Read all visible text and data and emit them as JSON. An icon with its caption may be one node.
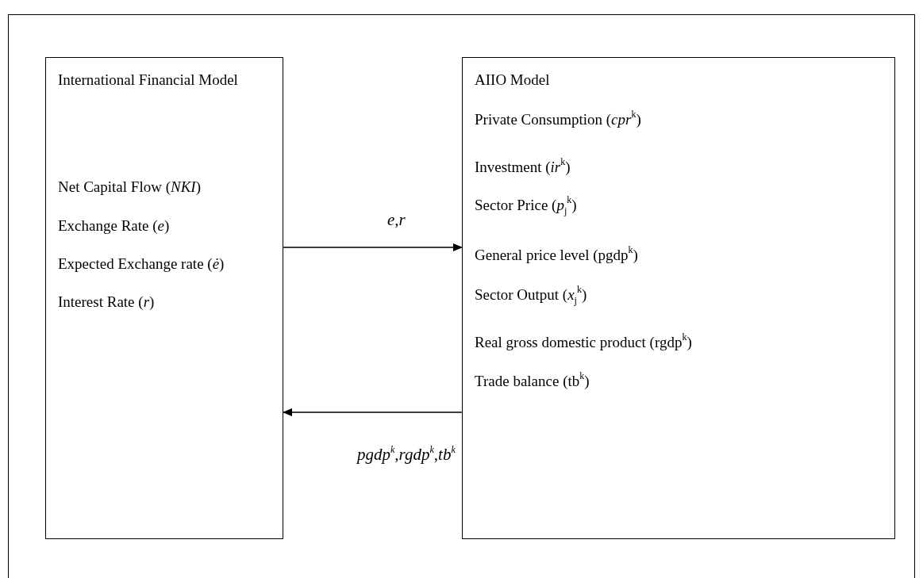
{
  "diagram": {
    "nodes": [
      {
        "text": [
          "International Financial Model",
          "Net Capital Flow (*NKI*)",
          "Exchange Rate (*e*)",
          "Expected Exchange rate (*ė*)",
          "Interest Rate (*r*)"
        ]
      },
      {
        "text": [
          "AIIO Model",
          "Private Consumption (*cpr*$^{k}$)",
          "Investment (*ir*$^{k}$)",
          "Sector Price (*p*$_{j}$$^{k}$)",
          "General price level (pgdp$^{k}$)",
          "Sector Output (*x*$_{j}$$^{k}$)",
          "Real gross domestic product (rgdp$^{k}$)",
          "Trade balance (tb$^{k}$)"
        ]
      }
    ],
    "edges": [
      {
        "from": 0,
        "to": 1,
        "arrow": "to",
        "label": "e,r"
      },
      {
        "from": 1,
        "to": 0,
        "arrow": "to",
        "label": "pgdp$^{k}$,rgdp$^{k}$,tb$^{k}$"
      }
    ]
  }
}
